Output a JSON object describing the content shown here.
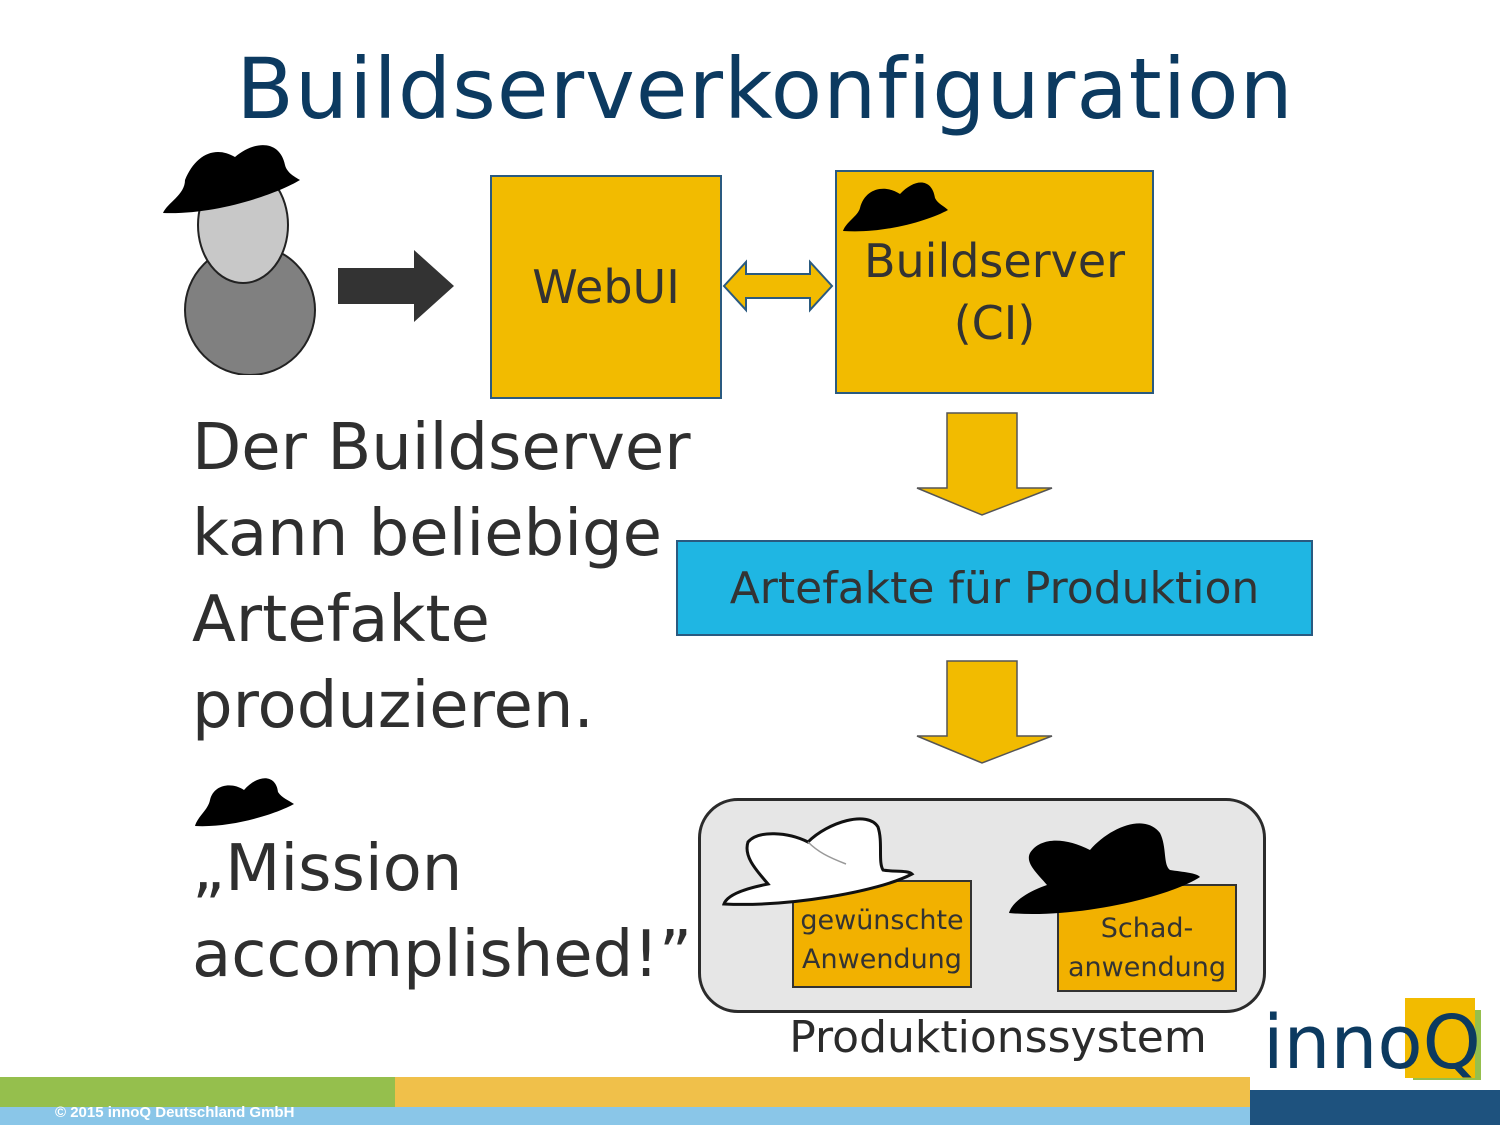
{
  "title": "Buildserverkonfiguration",
  "webui": {
    "label": "WebUI"
  },
  "buildserver": {
    "line1": "Buildserver",
    "line2": "(CI)"
  },
  "artefakte": {
    "label": "Artefakte für Produktion"
  },
  "production": {
    "app_good_line1": "gewünschte",
    "app_good_line2": "Anwendung",
    "app_bad_line1": "Schad-",
    "app_bad_line2": "anwendung",
    "label": "Produktionssystem"
  },
  "statement": {
    "line1": "Der Buildserver",
    "line2": "kann beliebige",
    "line3": "Artefakte",
    "line4": "produzieren."
  },
  "mission": {
    "line1": "„Mission",
    "line2": "accomplished!”"
  },
  "logo": {
    "text": "inno",
    "q": "Q"
  },
  "footer": {
    "copyright": "© 2015 innoQ Deutschland GmbH"
  },
  "colors": {
    "title": "#0c3a60",
    "gold": "#f2bb00",
    "cyan": "#1fb6e3",
    "footer_green": "#95bf4d",
    "footer_gold": "#f0c04a",
    "footer_blue": "#8ac6e8",
    "footer_navy": "#1e527e"
  }
}
